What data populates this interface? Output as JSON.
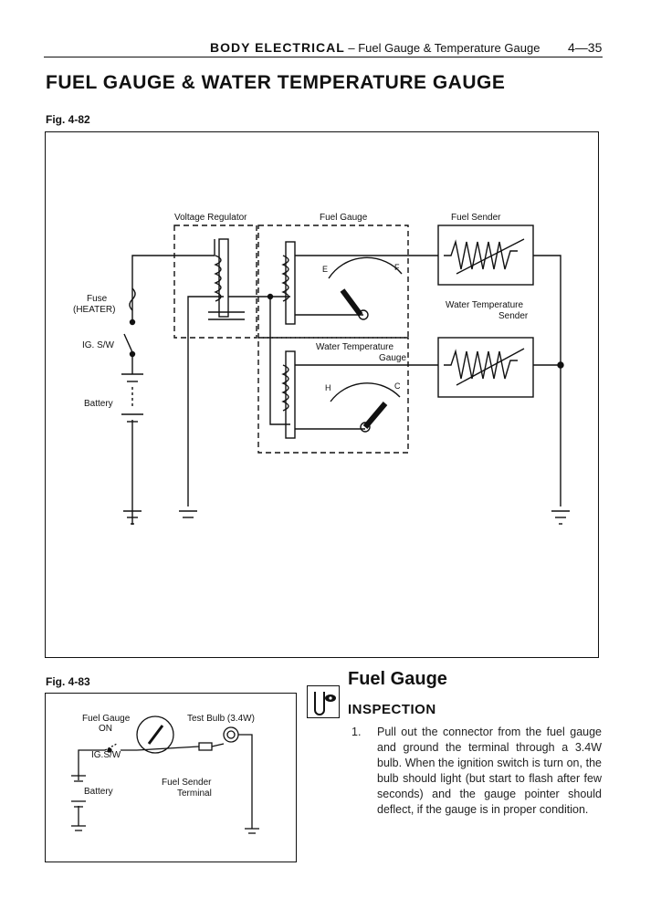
{
  "header": {
    "section": "BODY ELECTRICAL",
    "subsection": " – Fuel Gauge & Temperature Gauge",
    "page": "4—35"
  },
  "page_title": "FUEL GAUGE & WATER TEMPERATURE GAUGE",
  "fig82": {
    "label": "Fig. 4-82",
    "voltage_regulator": "Voltage Regulator",
    "fuel_gauge": "Fuel Gauge",
    "fuel_sender": "Fuel Sender",
    "water_temp_sender_1": "Water Temperature",
    "water_temp_sender_2": "Sender",
    "water_temp_gauge_1": "Water Temperature",
    "water_temp_gauge_2": "Gauge",
    "fuse_1": "Fuse",
    "fuse_2": "(HEATER)",
    "ig_sw": "IG. S/W",
    "battery": "Battery",
    "mark_e": "E",
    "mark_f": "F",
    "mark_h": "H",
    "mark_c": "C"
  },
  "fig83": {
    "label": "Fig. 4-83",
    "fuel_gauge_on_1": "Fuel Gauge",
    "fuel_gauge_on_2": "ON",
    "ig_sw": "IG.S/W",
    "battery": "Battery",
    "test_bulb": "Test Bulb (3.4W)",
    "fuel_sender_1": "Fuel Sender",
    "fuel_sender_2": "Terminal"
  },
  "section": {
    "title": "Fuel Gauge",
    "subtitle": "INSPECTION",
    "step_number": "1.",
    "step_text": "Pull out the connector from the fuel gauge and ground the terminal through a 3.4W bulb. When the ignition switch is turn on, the bulb should light (but start to flash after few seconds) and the gauge pointer should deflect, if the gauge is in proper condition."
  }
}
